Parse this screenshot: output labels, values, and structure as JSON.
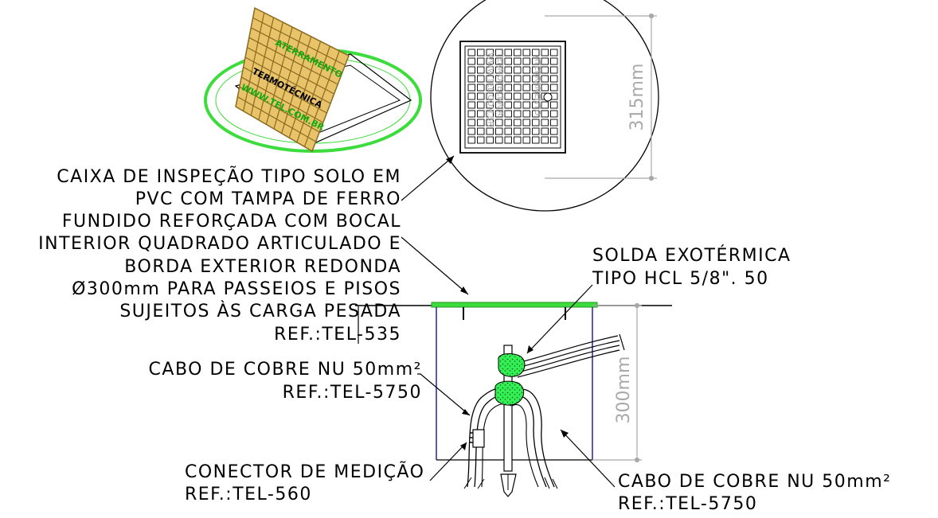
{
  "colors": {
    "grate": "#e8c36a",
    "grate_stroke": "#8a6a1e",
    "base_green": "#3ddc3d",
    "weld_green": "#33ee55",
    "box_blue": "#2222aa",
    "dimension_gray": "#a9a9a9",
    "label_black": "#000000"
  },
  "grate_3d": {
    "lines": [
      "ATERRAMENTO",
      "TERMOTÉCNICA",
      "WWW.TEL.COM.BR"
    ]
  },
  "cover_top_view": {
    "lines": [
      "ATERRAMENTO",
      "TERMOTÉCNICA",
      "WWW.TEL.COM.BR"
    ]
  },
  "labels": {
    "caixa": [
      "CAIXA DE INSPEÇÃO TIPO SOLO EM",
      "PVC COM TAMPA DE FERRO",
      "FUNDIDO REFORÇADA COM BOCAL",
      "INTERIOR QUADRADO ARTICULADO E",
      "BORDA EXTERIOR REDONDA",
      "Ø300mm PARA PASSEIOS E PISOS",
      "SUJEITOS ÀS CARGA PESADA",
      "REF.:TEL-535"
    ],
    "solda": [
      "SOLDA EXOTÉRMICA",
      "TIPO HCL 5/8\". 50"
    ],
    "cabo_left": [
      "CABO DE COBRE NU 50mm²",
      "REF.:TEL-5750"
    ],
    "conector": [
      "CONECTOR DE MEDIÇÃO",
      "REF.:TEL-560"
    ],
    "cabo_right": [
      "CABO DE COBRE NU 50mm²",
      "REF.:TEL-5750"
    ]
  },
  "dimensions": {
    "top": "315mm",
    "bottom": "300mm"
  },
  "icons": [
    "grate-3d-icon",
    "cover-top-view-icon",
    "ground-rod-icon",
    "cable-icon",
    "weld-icon",
    "connector-icon"
  ]
}
